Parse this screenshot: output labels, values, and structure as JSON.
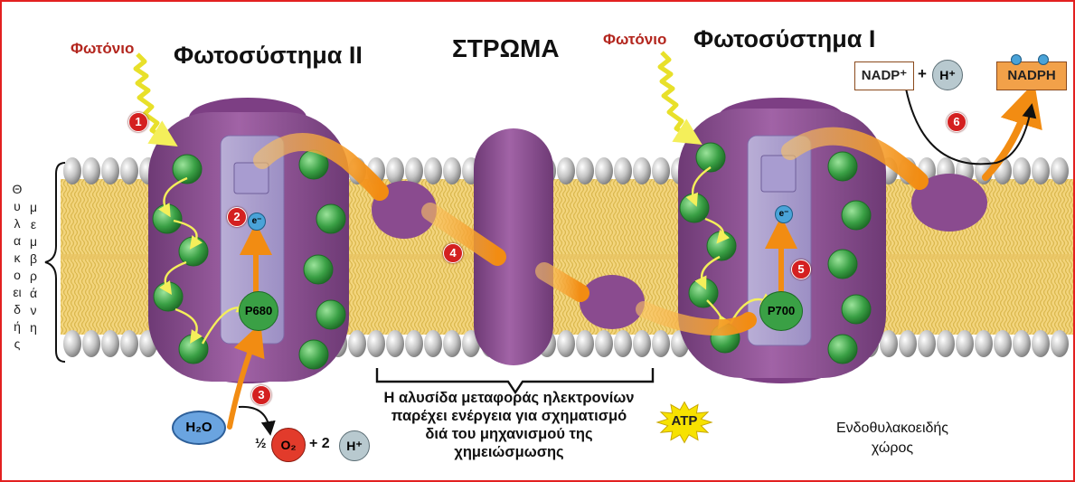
{
  "labels": {
    "photon_left": "Φωτόνιο",
    "photon_right": "Φωτόνιο",
    "psII_title": "Φωτοσύστημα II",
    "psI_title": "Φωτοσύστημα I",
    "stroma": "ΣΤΡΩΜΑ",
    "membrane_col1": "Θυλακοειδής",
    "membrane_col2": "μεμβράνη",
    "p680": "P680",
    "p700": "P700",
    "electron_left": "e⁻",
    "electron_right": "e⁻",
    "water": "H₂O",
    "half": "½",
    "o2": "O₂",
    "plus_two": "+ 2",
    "proton_bottom": "H⁺",
    "nadp": "NADP⁺",
    "plus": "+",
    "proton_top": "H⁺",
    "nadph": "NADPH",
    "atp": "ATP",
    "caption_line1": "Η αλυσίδα μεταφοράς ηλεκτρονίων",
    "caption_line2": "παρέχει ενέργεια για σχηματισμό",
    "caption_line3": "διά του μηχανισμού της",
    "caption_line4": "χημειώσμωσης",
    "lumen_line1": "Ενδοθυλακοειδής",
    "lumen_line2": "χώρος"
  },
  "steps": [
    "1",
    "2",
    "3",
    "4",
    "5",
    "6"
  ],
  "colors": {
    "frame": "#e32020",
    "protein": "#8a4b8f",
    "protein_light": "#b37ab5",
    "arrow": "#f29a1c",
    "membrane_core": "#f2d27a",
    "head": "#c9c9c9",
    "chlorophyll": "#3aa045",
    "badge": "#d42020"
  }
}
